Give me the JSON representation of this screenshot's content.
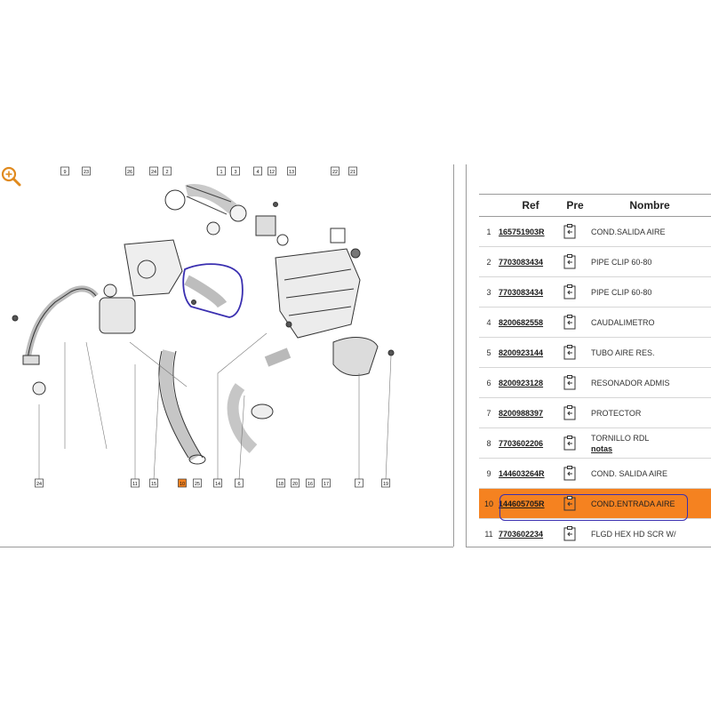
{
  "zoom": {
    "icon": "zoom-in-icon"
  },
  "diagram": {
    "callouts": [
      {
        "label": "9"
      },
      {
        "label": "23"
      },
      {
        "label": "26"
      },
      {
        "label": "24"
      },
      {
        "label": "2"
      },
      {
        "label": "1"
      },
      {
        "label": "3"
      },
      {
        "label": "4"
      },
      {
        "label": "12"
      },
      {
        "label": "13"
      },
      {
        "label": "22"
      },
      {
        "label": "21"
      },
      {
        "label": "24"
      },
      {
        "label": "11"
      },
      {
        "label": "15"
      },
      {
        "label": "10"
      },
      {
        "label": "25"
      },
      {
        "label": "14"
      },
      {
        "label": "6"
      },
      {
        "label": "18"
      },
      {
        "label": "20"
      },
      {
        "label": "16"
      },
      {
        "label": "17"
      },
      {
        "label": "7"
      },
      {
        "label": "19"
      }
    ],
    "selected_callout": "10",
    "highlight_color": "#3a2fb0",
    "selected_color": "#f58220"
  },
  "table": {
    "headers": {
      "ref": "Ref",
      "pre": "Pre",
      "name": "Nombre"
    },
    "rows": [
      {
        "index": "1",
        "ref": "165751903R",
        "name": "COND.SALIDA AIRE",
        "note": ""
      },
      {
        "index": "2",
        "ref": "7703083434",
        "name": "PIPE CLIP 60-80",
        "note": ""
      },
      {
        "index": "3",
        "ref": "7703083434",
        "name": "PIPE CLIP 60-80",
        "note": ""
      },
      {
        "index": "4",
        "ref": "8200682558",
        "name": "CAUDALIMETRO",
        "note": ""
      },
      {
        "index": "5",
        "ref": "8200923144",
        "name": "TUBO AIRE RES.",
        "note": ""
      },
      {
        "index": "6",
        "ref": "8200923128",
        "name": "RESONADOR ADMIS",
        "note": ""
      },
      {
        "index": "7",
        "ref": "8200988397",
        "name": "PROTECTOR",
        "note": ""
      },
      {
        "index": "8",
        "ref": "7703602206",
        "name": "TORNILLO RDL",
        "note": "notas"
      },
      {
        "index": "9",
        "ref": "144603264R",
        "name": "COND. SALIDA AIRE",
        "note": ""
      },
      {
        "index": "10",
        "ref": "144605705R",
        "name": "COND.ENTRADA AIRE",
        "note": ""
      },
      {
        "index": "11",
        "ref": "7703602234",
        "name": "FLGD HEX HD SCR W/",
        "note": ""
      }
    ],
    "selected_index": "10",
    "pre_icon": "clipboard-arrow-icon"
  }
}
